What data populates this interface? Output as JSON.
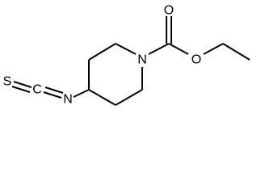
{
  "atoms": {
    "sulfur": "S",
    "carbon": "C",
    "nitrogen_isothiocyanate": "N",
    "nitrogen_ring": "N",
    "oxygen_carbonyl": "O",
    "oxygen_ester": "O"
  },
  "colors": {
    "bond": "#000000",
    "label": "#000000",
    "background": "#ffffff"
  }
}
